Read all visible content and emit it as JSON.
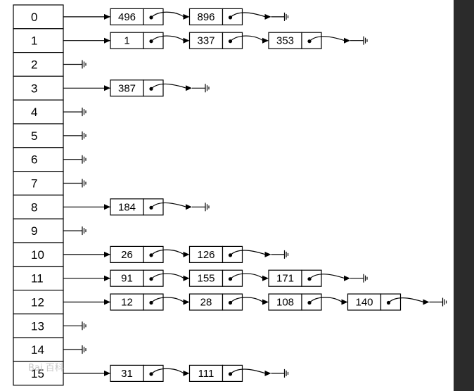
{
  "diagram": {
    "rows": [
      {
        "index": "0",
        "values": [
          "496",
          "896"
        ]
      },
      {
        "index": "1",
        "values": [
          "1",
          "337",
          "353"
        ]
      },
      {
        "index": "2",
        "values": []
      },
      {
        "index": "3",
        "values": [
          "387"
        ]
      },
      {
        "index": "4",
        "values": []
      },
      {
        "index": "5",
        "values": []
      },
      {
        "index": "6",
        "values": []
      },
      {
        "index": "7",
        "values": []
      },
      {
        "index": "8",
        "values": [
          "184"
        ]
      },
      {
        "index": "9",
        "values": []
      },
      {
        "index": "10",
        "values": [
          "26",
          "126"
        ]
      },
      {
        "index": "11",
        "values": [
          "91",
          "155",
          "171"
        ]
      },
      {
        "index": "12",
        "values": [
          "12",
          "28",
          "108",
          "140"
        ]
      },
      {
        "index": "13",
        "values": []
      },
      {
        "index": "14",
        "values": []
      },
      {
        "index": "15",
        "values": [
          "31",
          "111"
        ]
      }
    ]
  },
  "watermark": {
    "text": "Bai 百科"
  },
  "colors": {
    "background": "#2b2b2b",
    "panel": "#ffffff",
    "ink": "#000000"
  }
}
